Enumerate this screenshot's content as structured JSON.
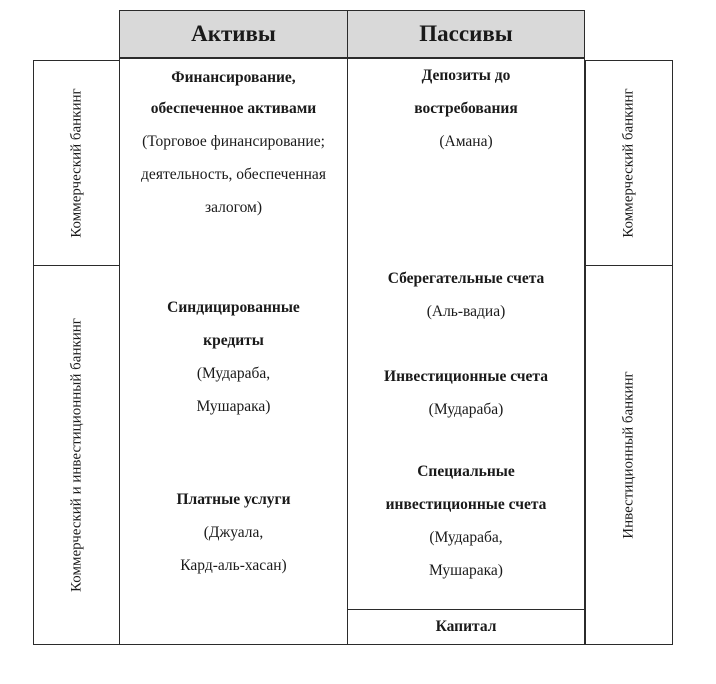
{
  "header": {
    "assets": "Активы",
    "liabilities": "Пассивы"
  },
  "left_side": {
    "top": "Коммерческий банкинг",
    "bottom": "Коммерческий и инвестиционный банкинг"
  },
  "right_side": {
    "top": "Коммерческий банкинг",
    "bottom": "Инвестиционный банкинг"
  },
  "assets": [
    {
      "title": [
        "Финансирование,",
        "обеспеченное активами"
      ],
      "detail": [
        "(Торговое финансирование;",
        "деятельность, обеспеченная",
        "залогом)"
      ]
    },
    {
      "title": [
        "Синдицированные",
        "кредиты"
      ],
      "detail": [
        "(Мудараба,",
        "Мушарака)"
      ]
    },
    {
      "title": [
        "Платные услуги"
      ],
      "detail": [
        "(Джуала,",
        "Кард-аль-хасан)"
      ]
    }
  ],
  "liabilities": [
    {
      "title": [
        "Депозиты до",
        "востребования"
      ],
      "detail": [
        "(Амана)"
      ]
    },
    {
      "title": [
        "Сберегательные счета"
      ],
      "detail": [
        "(Аль-вадиа)"
      ]
    },
    {
      "title": [
        "Инвестиционные счета"
      ],
      "detail": [
        "(Мудараба)"
      ]
    },
    {
      "title": [
        "Специальные",
        "инвестиционные счета"
      ],
      "detail": [
        "(Мудараба,",
        "Мушарака)"
      ]
    }
  ],
  "capital": "Капитал"
}
